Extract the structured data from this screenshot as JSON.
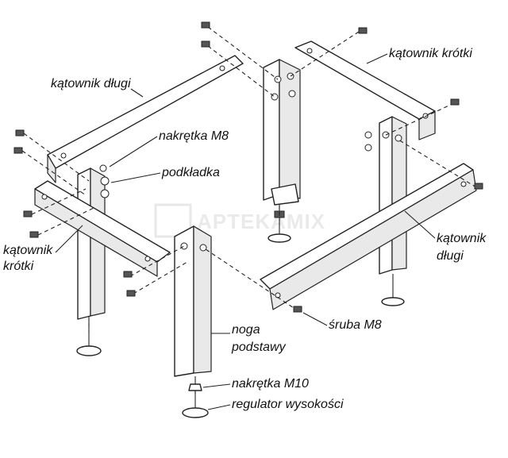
{
  "labels": {
    "katownik_dlugi_left": "kątownik długi",
    "katownik_krotki_top": "kątownik krótki",
    "nakretka_m8": "nakrętka M8",
    "podkladka": "podkładka",
    "katownik_krotki_left_line1": "kątownik",
    "katownik_krotki_left_line2": "krótki",
    "katownik_dlugi_right_line1": "kątownik",
    "katownik_dlugi_right_line2": "długi",
    "sruba_m8": "śruba M8",
    "noga_podstawy_line1": "noga",
    "noga_podstawy_line2": "podstawy",
    "nakretka_m10": "nakrętka M10",
    "regulator_wysokosci": "regulator wysokości"
  },
  "watermark": "APTEKAMIX",
  "colors": {
    "line": "#222222",
    "label": "#111111",
    "watermark": "#d9d9d9"
  }
}
